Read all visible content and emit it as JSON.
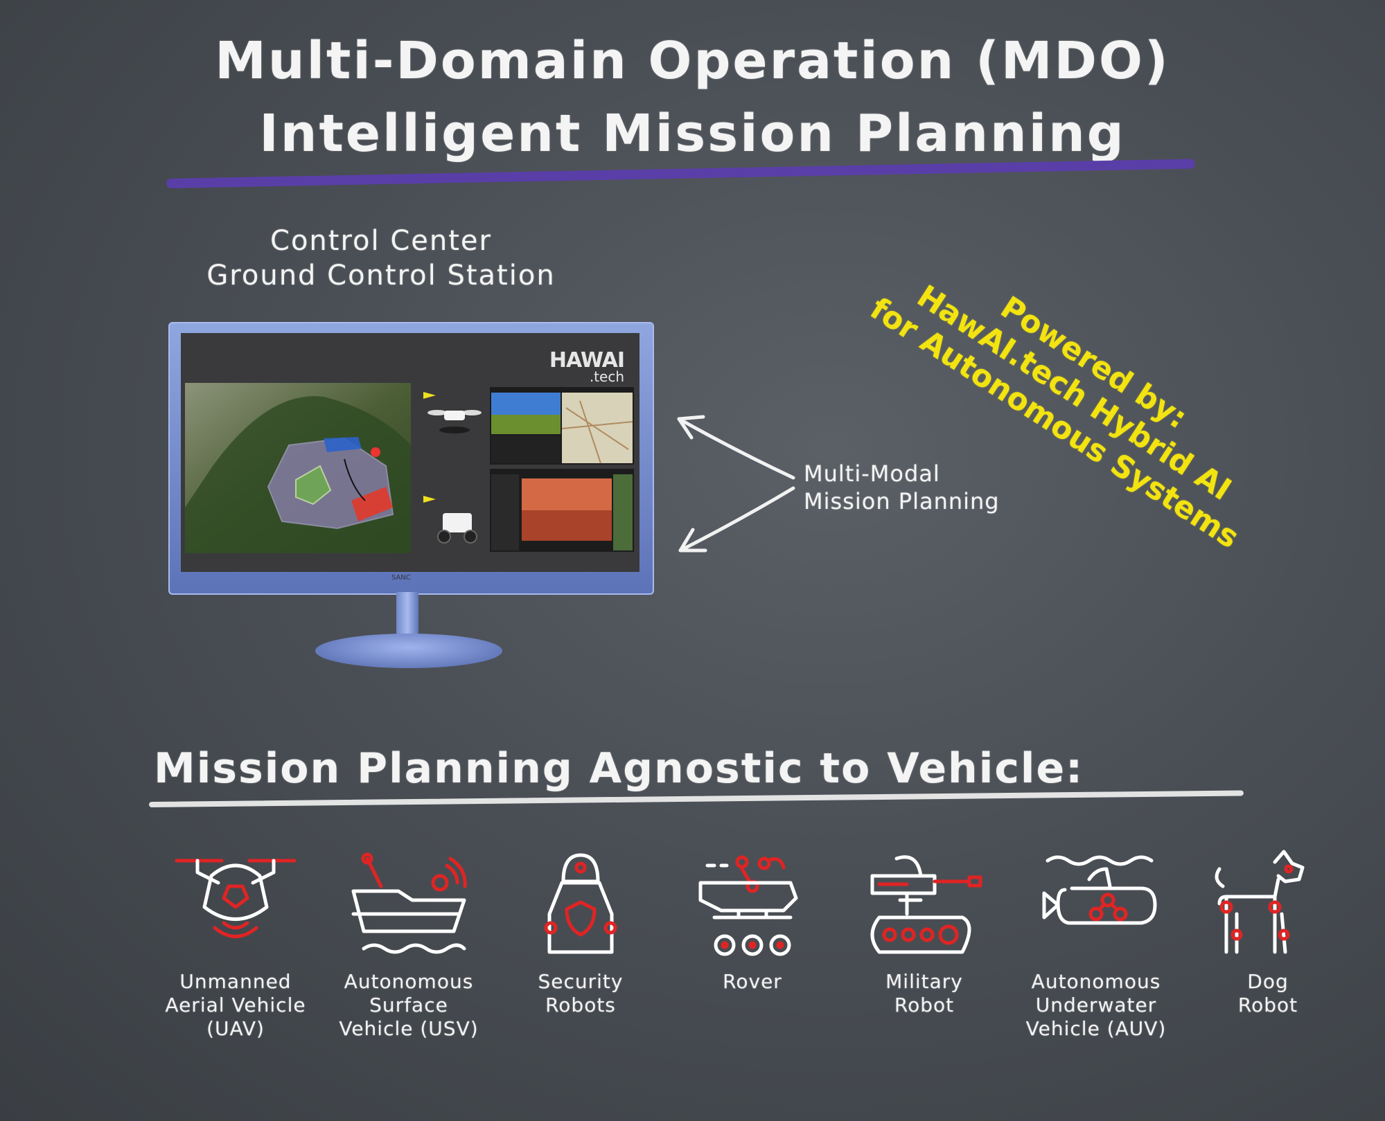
{
  "title": {
    "line1": "Multi-Domain Operation (MDO)",
    "line2": "Intelligent Mission Planning"
  },
  "control_center": {
    "line1": "Control Center",
    "line2": "Ground Control Station"
  },
  "powered_by": {
    "line1": "Powered by:",
    "line2": "HawAI.tech Hybrid AI",
    "line3": "for Autonomous Systems"
  },
  "screen": {
    "logo_top": "HAWAI",
    "logo_bottom": ".tech",
    "monitor_brand": "SANC"
  },
  "multimodal": {
    "line1": "Multi-Modal",
    "line2": "Mission Planning"
  },
  "agnostic_heading": "Mission Planning Agnostic to Vehicle:",
  "vehicles": [
    {
      "line1": "Unmanned",
      "line2": "Aerial Vehicle",
      "line3": "(UAV)"
    },
    {
      "line1": "Autonomous",
      "line2": "Surface",
      "line3": "Vehicle (USV)"
    },
    {
      "line1": "Security",
      "line2": "Robots",
      "line3": ""
    },
    {
      "line1": "Rover",
      "line2": "",
      "line3": ""
    },
    {
      "line1": "Military",
      "line2": "Robot",
      "line3": ""
    },
    {
      "line1": "Autonomous",
      "line2": "Underwater",
      "line3": "Vehicle (AUV)"
    },
    {
      "line1": "Dog",
      "line2": "Robot",
      "line3": ""
    }
  ],
  "colors": {
    "background": "#4a4f55",
    "accent_purple": "#5a3ea8",
    "accent_yellow": "#f2e311",
    "icon_red": "#e02424",
    "icon_white": "#ffffff"
  }
}
